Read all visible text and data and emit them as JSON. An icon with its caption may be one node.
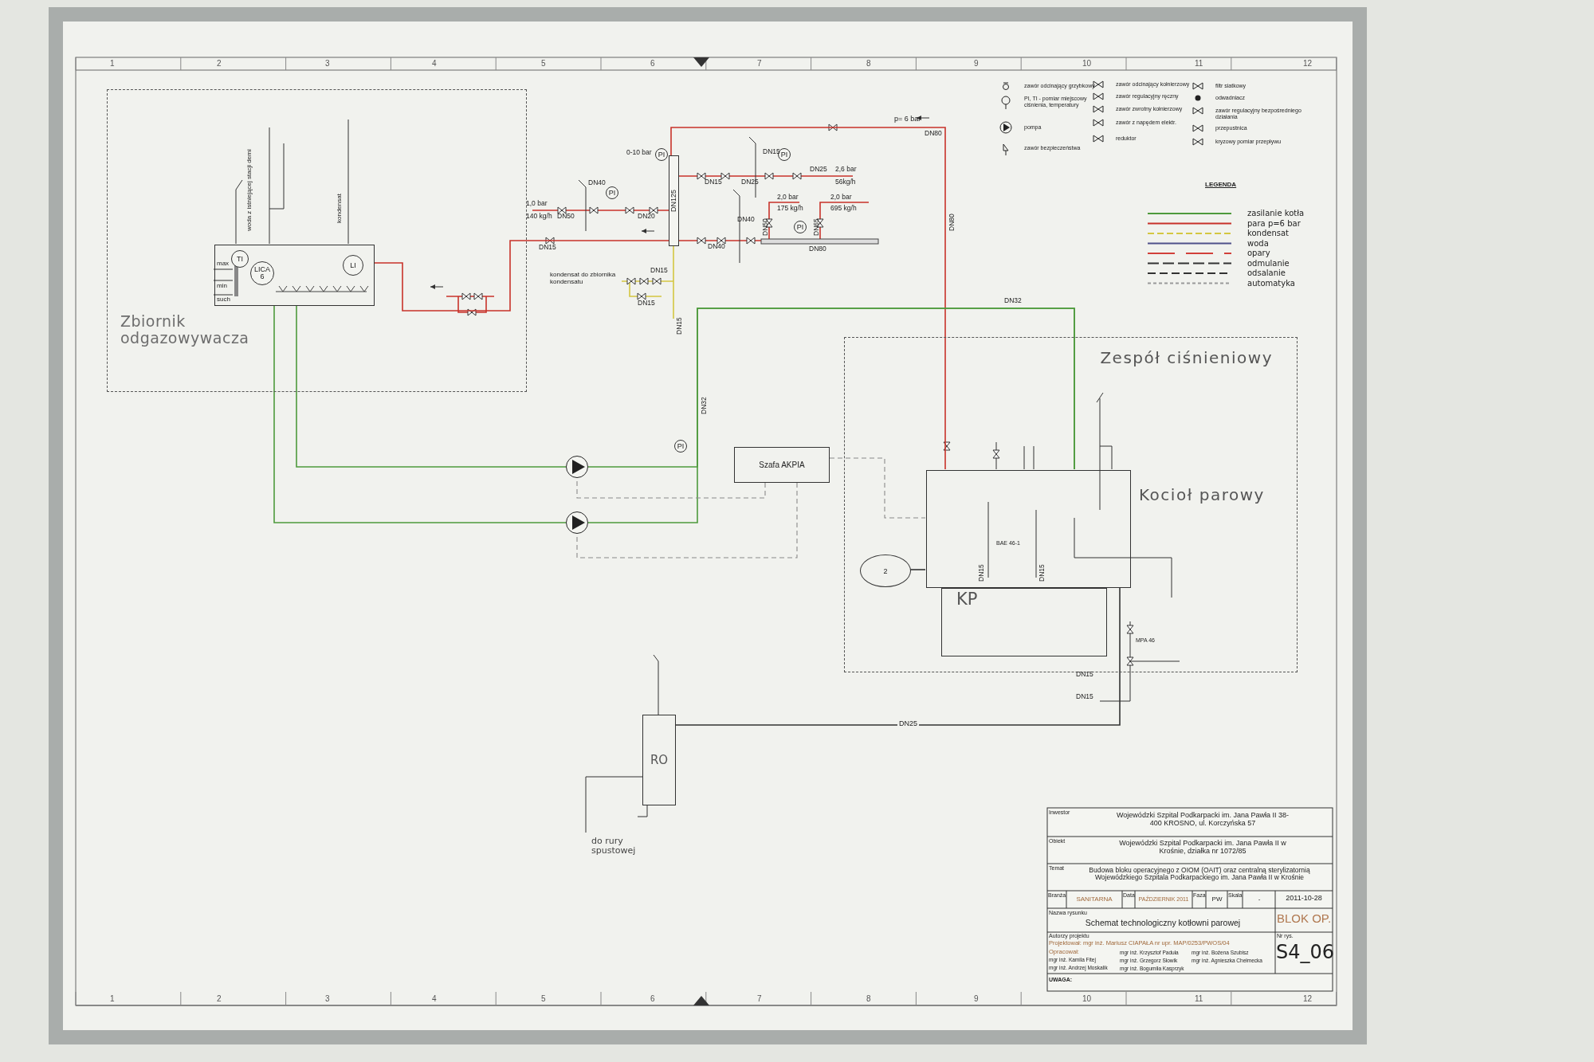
{
  "diagram": {
    "nodes": [
      {
        "text": [
          "Zbiornik odgazowywacza"
        ]
      },
      {
        "text": [],
        "shape": "box",
        "in": 0
      },
      {
        "text": [
          "TI"
        ],
        "in": 1
      },
      {
        "text": [
          "LICA 6"
        ],
        "in": 1
      },
      {
        "text": [
          "LI"
        ],
        "in": 1
      },
      {
        "text": [
          "DN125"
        ]
      },
      {
        "text": [
          "PI"
        ]
      },
      {
        "text": [
          "PI"
        ]
      },
      {
        "text": [
          "PI"
        ]
      },
      {
        "text": [
          "PI"
        ]
      },
      {
        "text": [],
        "shape": "circle"
      },
      {
        "text": [],
        "shape": "circle"
      },
      {
        "text": [
          "PI"
        ]
      },
      {
        "text": [
          "Szafa AKPIA"
        ]
      },
      {
        "text": [
          "Zespół ciśnieniowy"
        ]
      },
      {
        "text": [],
        "shape": "box",
        "in": 14,
        "beside": [
          "Kocioł parowy"
        ]
      },
      {
        "text": [
          "KP"
        ],
        "in": 14
      },
      {
        "text": [
          "2"
        ],
        "in": 14
      },
      {
        "text": [
          "RO"
        ]
      }
    ],
    "edges": [
      {
        "from": 15,
        "to": 5,
        "arrow": "none",
        "color": "#c8322a"
      },
      {
        "from": 5,
        "to": 1,
        "arrow": "none",
        "color": "#c8322a"
      },
      {
        "from": 1,
        "to": 10,
        "arrow": "none",
        "color": "#4e9a3c"
      },
      {
        "from": 1,
        "to": 11,
        "arrow": "none",
        "color": "#4e9a3c"
      },
      {
        "from": 10,
        "to": 15,
        "arrow": "none",
        "color": "#4e9a3c"
      },
      {
        "from": 11,
        "to": 15,
        "arrow": "none",
        "color": "#4e9a3c"
      },
      {
        "from": 15,
        "to": 18,
        "arrow": "none",
        "label": "DN25",
        "color": "#333333"
      },
      {
        "from": 13,
        "to": 10,
        "arrow": "none",
        "style": "dashed",
        "color": "#8a8a8a"
      },
      {
        "from": 13,
        "to": 11,
        "arrow": "none",
        "style": "dashed",
        "color": "#8a8a8a"
      },
      {
        "from": 13,
        "to": 15,
        "arrow": "none",
        "style": "dashed",
        "color": "#8a8a8a"
      },
      {
        "from": 17,
        "to": 15,
        "arrow": "none",
        "color": "#333333"
      }
    ],
    "labels": [
      "1",
      "2",
      "3",
      "4",
      "5",
      "6",
      "7",
      "8",
      "9",
      "10",
      "11",
      "12",
      "zawór odcinający grzybkowy",
      "PI, TI - pomiar miejscowy ciśnienia, temperatury",
      "pompa",
      "zawór bezpieczeństwa",
      "zawór odcinający kołnierzowy",
      "zawór regulacyjny ręczny",
      "zawór zwrotny kołnierzowy",
      "zawór z napędem elektr.",
      "reduktor",
      "filtr siatkowy",
      "odwadniacz",
      "zawór regulacyjny bezpośredniego działania",
      "przepustnica",
      "kryzowy pomiar przepływu",
      "LEGENDA",
      "woda z istniejącej stacji demi",
      "kondensat",
      "max",
      "min",
      "such",
      "1,0 bar",
      "140 kg/h",
      "DN50",
      "DN40",
      "DN20",
      "0-10 bar",
      "DN15",
      "DN15",
      "DN25",
      "DN15",
      "DN25",
      "2,6 bar",
      "56kg/h",
      "DN40",
      "DN40",
      "DN50",
      "2,0 bar",
      "175 kg/h",
      "DN65",
      "2,0 bar",
      "695 kg/h",
      "DN80",
      "p= 6 bar",
      "DN80",
      "DN80",
      "kondensat do zbiornika kondensatu",
      "DN15",
      "DN15",
      "DN15",
      "DN32",
      "DN32",
      "DN15",
      "DN15",
      "BAE 46-1",
      "MPA 46",
      "DN15",
      "DN15",
      "do rury spustowej",
      "Inwestor",
      "Wojewódzki Szpital Podkarpacki im. Jana Pawła II 38-400 KROSNO, ul. Korczyńska 57",
      "Obiekt",
      "Wojewódzki Szpital Podkarpacki im. Jana Pawła II w Krośnie, działka nr 1072/85",
      "Temat",
      "Budowa bloku operacyjnego z OIOM (OAIT) oraz centralną sterylizatornią Wojewódzkiego Szpitala Podkarpackiego im. Jana Pawła II w Krośnie",
      "Branża",
      "SANITARNA",
      "Data",
      "PAŹDZIERNIK 2011",
      "Faza",
      "PW",
      "Skala",
      "-",
      "2011-10-28",
      "Nazwa rysunku",
      "Schemat technologiczny kotłowni parowej",
      "BLOK OP.",
      "Autorzy projektu",
      "Projektował: mgr inż. Mariusz CIAPAŁA nr upr. MAP/0253/PWOS/04",
      "Opracował:",
      "mgr inż. Kamila Fitej",
      "mgr inż. Andrzej Moskalik",
      "mgr inż. Krzysztof Paduła",
      "mgr inż. Grzegorz Słowik",
      "mgr inż. Bogumiła Kasprzyk",
      "mgr inż. Bożena Szubisz",
      "mgr inż. Agnieszka Chełmecka",
      "Nr rys.",
      "S4_06",
      "UWAGA:",
      "1",
      "2",
      "3",
      "4",
      "5",
      "6",
      "7",
      "8",
      "9",
      "10",
      "11",
      "12"
    ],
    "legend": [
      {
        "text": "zasilanie kotła"
      },
      {
        "text": "para p=6 bar"
      },
      {
        "text": "kondensat"
      },
      {
        "text": "woda"
      },
      {
        "text": "opary"
      },
      {
        "text": "odmulanie"
      },
      {
        "text": "odsalanie"
      },
      {
        "text": "automatyka"
      }
    ]
  }
}
